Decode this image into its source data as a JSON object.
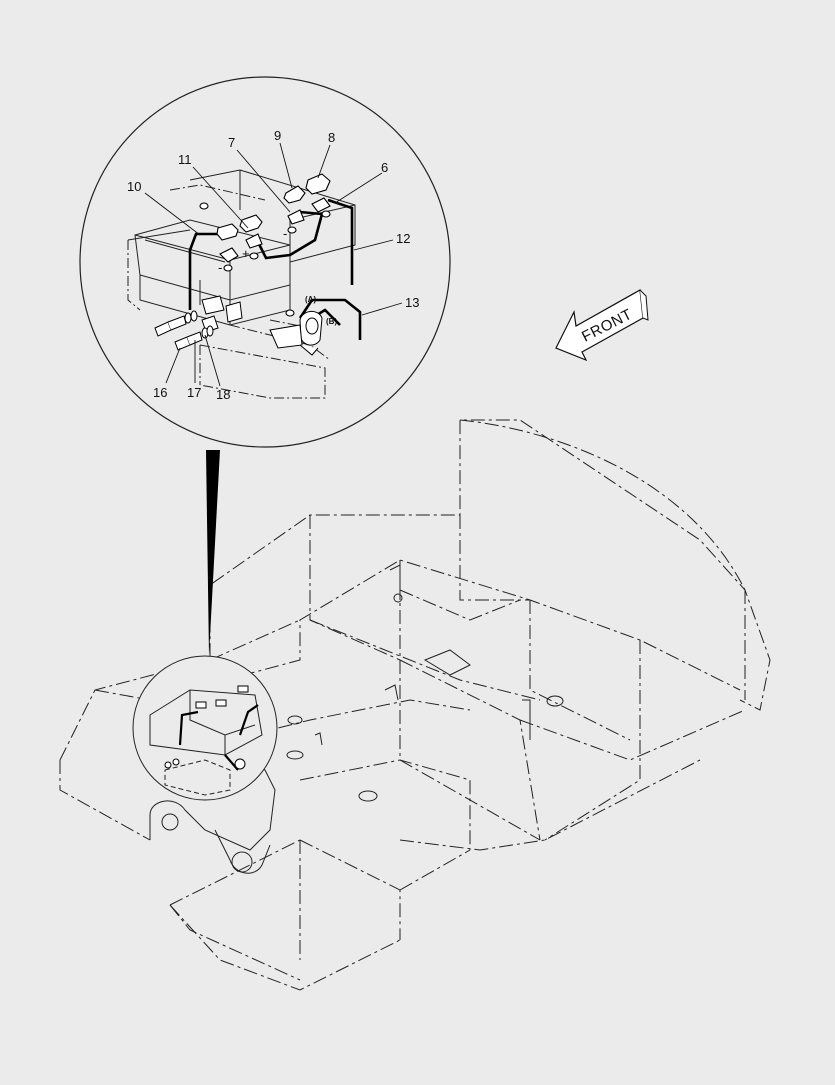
{
  "diagram": {
    "callouts": [
      {
        "id": "c9",
        "label": "9"
      },
      {
        "id": "c8",
        "label": "8"
      },
      {
        "id": "c7",
        "label": "7"
      },
      {
        "id": "c6",
        "label": "6"
      },
      {
        "id": "c11",
        "label": "11"
      },
      {
        "id": "c10",
        "label": "10"
      },
      {
        "id": "c12",
        "label": "12"
      },
      {
        "id": "c13",
        "label": "13"
      },
      {
        "id": "c16",
        "label": "16"
      },
      {
        "id": "c17",
        "label": "17"
      },
      {
        "id": "c18",
        "label": "18"
      }
    ],
    "direction_label": "FRONT",
    "terminal_a": "(A)",
    "terminal_b": "(B)",
    "plus_sign": "+",
    "minus_sign": "-"
  },
  "colors": {
    "background": "#ebebeb",
    "line": "#111111"
  },
  "icons": [
    "front-direction-arrow-icon",
    "battery-icon",
    "terminal-cap-icon",
    "bolt-icon"
  ]
}
